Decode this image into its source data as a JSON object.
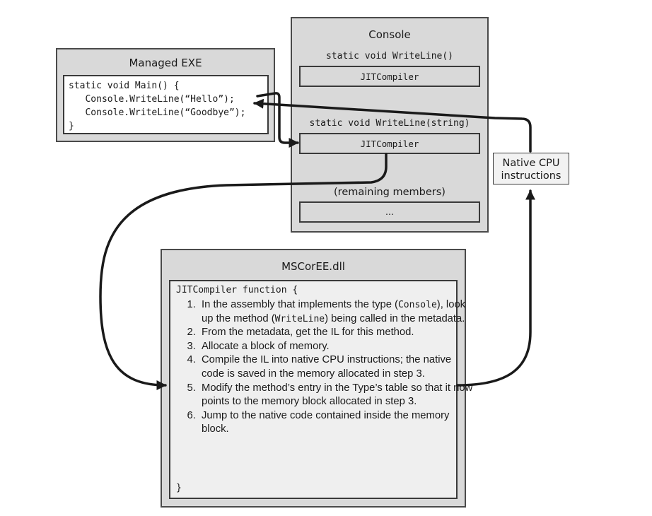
{
  "managed_exe": {
    "title": "Managed EXE",
    "code_lines": [
      "static void Main() {",
      "   Console.WriteLine(“Hello”);",
      "   Console.WriteLine(“Goodbye”);",
      "}"
    ]
  },
  "console": {
    "title": "Console",
    "method1_signature": "static void WriteLine()",
    "method1_stub": "JITCompiler",
    "method2_signature": "static void WriteLine(string)",
    "method2_stub": "JITCompiler",
    "remaining_label": "(remaining members)",
    "remaining_placeholder": "..."
  },
  "native": {
    "line1": "Native CPU",
    "line2": "instructions"
  },
  "mscoree": {
    "title": "MSCorEE.dll",
    "function_open": "JITCompiler function {",
    "steps": [
      {
        "a": "In the assembly that implements the type (",
        "code1": "Console",
        "b": "), look up the method (",
        "code2": "WriteLine",
        "c": ") being called in the metadata."
      },
      {
        "a": "From the metadata, get the IL for this method."
      },
      {
        "a": "Allocate a block of memory."
      },
      {
        "a": "Compile the IL into native CPU instructions; the native code is saved in the memory allocated in step 3."
      },
      {
        "a": "Modify the method’s entry in the Type’s table so that it now points to the memory block allocated in step 3."
      },
      {
        "a": "Jump to the native code contained inside the memory block."
      }
    ],
    "function_close": "}"
  },
  "colors": {
    "panel_fill": "#d9d9d9",
    "inner_fill": "#efefef",
    "arrow": "#1a1a1a"
  }
}
